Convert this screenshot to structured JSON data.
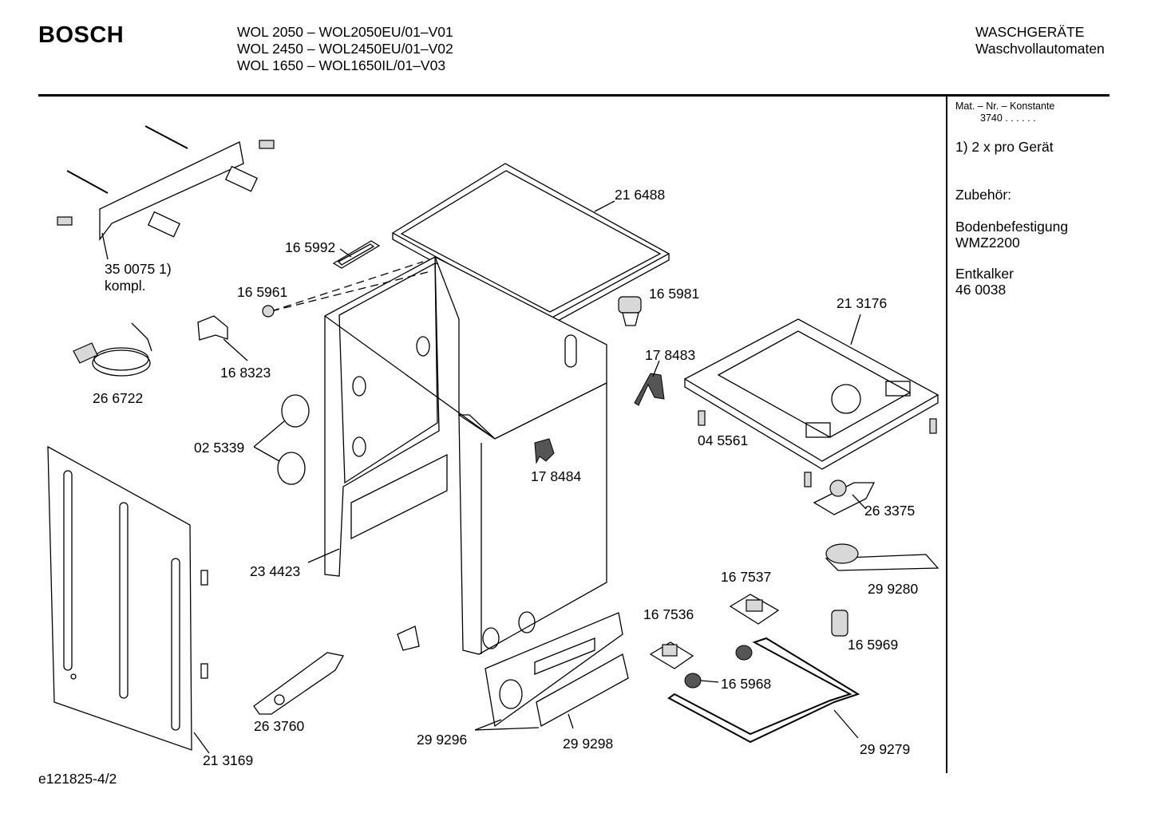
{
  "header": {
    "brand": "BOSCH",
    "models": [
      "WOL 2050 – WOL2050EU/01–V01",
      "WOL 2450 – WOL2450EU/01–V02",
      "WOL 1650  – WOL1650IL/01–V03"
    ],
    "category_1": "WASCHGERÄTE",
    "category_2": "Waschvollautomaten"
  },
  "sidebar": {
    "mat_label": "Mat. – Nr. – Konstante",
    "mat_value": "3740  .  .    .  .  .  .",
    "note": "1)  2 x pro Gerät",
    "accessories_title": "Zubehör:",
    "accessory_1_name": "Bodenbefestigung",
    "accessory_1_code": "WMZ2200",
    "accessory_2_name": "Entkalker",
    "accessory_2_code": "46 0038"
  },
  "parts": [
    {
      "id": "p216488",
      "label": "21 6488"
    },
    {
      "id": "p165992",
      "label": "16 5992"
    },
    {
      "id": "p350075",
      "label": "35 0075 1)"
    },
    {
      "id": "p350075b",
      "label": "kompl."
    },
    {
      "id": "p165961",
      "label": "16 5961"
    },
    {
      "id": "p165981",
      "label": "16 5981"
    },
    {
      "id": "p213176",
      "label": "21 3176"
    },
    {
      "id": "p168323",
      "label": "16 8323"
    },
    {
      "id": "p178483",
      "label": "17 8483"
    },
    {
      "id": "p266722",
      "label": "26 6722"
    },
    {
      "id": "p025339",
      "label": "02 5339"
    },
    {
      "id": "p045561",
      "label": "04 5561"
    },
    {
      "id": "p178484",
      "label": "17 8484"
    },
    {
      "id": "p263375",
      "label": "26 3375"
    },
    {
      "id": "p234423",
      "label": "23 4423"
    },
    {
      "id": "p167537",
      "label": "16 7537"
    },
    {
      "id": "p299280",
      "label": "29 9280"
    },
    {
      "id": "p167536",
      "label": "16 7536"
    },
    {
      "id": "p165969",
      "label": "16 5969"
    },
    {
      "id": "p165968",
      "label": "16 5968"
    },
    {
      "id": "p263760",
      "label": "26 3760"
    },
    {
      "id": "p299296",
      "label": "29 9296"
    },
    {
      "id": "p299298",
      "label": "29 9298"
    },
    {
      "id": "p299279",
      "label": "29 9279"
    },
    {
      "id": "p213169",
      "label": "21 3169"
    }
  ],
  "footer": {
    "drawing_id": "e121825-4/2"
  }
}
